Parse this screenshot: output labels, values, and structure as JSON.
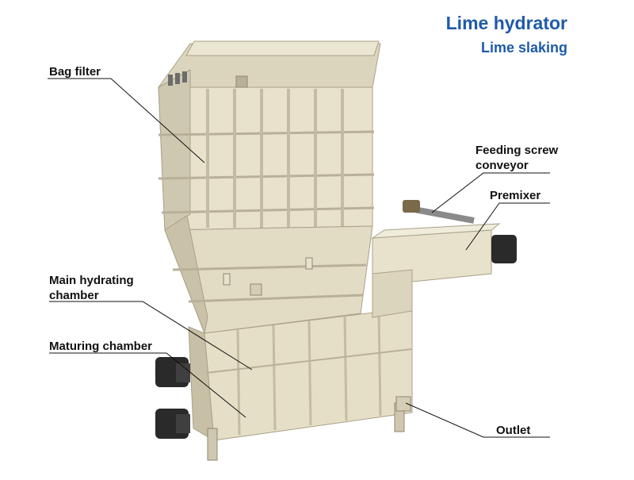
{
  "titles": {
    "main": "Lime hydrator",
    "sub": "Lime slaking"
  },
  "labels": {
    "bag_filter": "Bag filter",
    "feeding_screw_line1": "Feeding screw",
    "feeding_screw_line2": "conveyor",
    "premixer": "Premixer",
    "main_hydrating_line1": "Main hydrating",
    "main_hydrating_line2": "chamber",
    "maturing_chamber": "Maturing chamber",
    "outlet": "Outlet"
  },
  "colors": {
    "title": "#1f5aa8",
    "body": "#e8e2cc",
    "body_shade": "#cfc8b0",
    "body_dark": "#b8b098",
    "motor": "#2a2a2a"
  }
}
